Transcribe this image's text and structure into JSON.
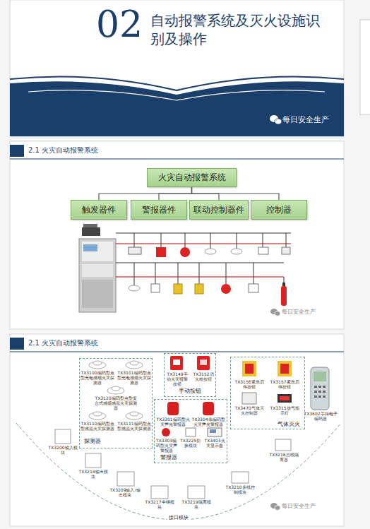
{
  "diagram": {
    "title": "自动报警系统及灭火设施识别及操作",
    "nodes": [
      {
        "text": [
          "火灾自动报警系统"
        ]
      },
      {
        "text": [
          "触发器件"
        ]
      },
      {
        "text": [
          "警报器件"
        ]
      },
      {
        "text": [
          "联动控制器件"
        ]
      },
      {
        "text": [
          "控制器"
        ]
      },
      {
        "text": [
          "探测器"
        ]
      },
      {
        "text": [
          "手动按钮"
        ]
      },
      {
        "text": [
          "警报器"
        ]
      },
      {
        "text": [
          "气体灭火"
        ]
      },
      {
        "text": [
          "接口模块"
        ]
      }
    ],
    "edges": [
      {
        "from": 0,
        "to": 1,
        "arrow": "none"
      },
      {
        "from": 0,
        "to": 2,
        "arrow": "none"
      },
      {
        "from": 0,
        "to": 3,
        "arrow": "none"
      },
      {
        "from": 0,
        "to": 4,
        "arrow": "none"
      }
    ],
    "labels": [
      "02",
      "每日安全生产",
      "2.1 火灾自动报警系统",
      "每日安全生产",
      "2.1 火灾自动报警系统",
      "TX3100编码型点型光电感烟火灾探测器",
      "TX3101编码型点型光电感烟火灾探测器",
      "TX3120编码型点型复合式感烟感温火灾探测器",
      "TX3110编码型点型感温火灾探测器",
      "TX3111编码型点型感温火灾探测器",
      "TX3149手动火灾报警按钮",
      "TX3152消火栓按钮",
      "TX3301编码型火灾声光警报器",
      "TX3304非编码型火灾声光警报器",
      "TX3303编码型火灾声警报器",
      "TX3225切换模块",
      "TX3403火灾显示盘",
      "TX3156紧急启停按钮",
      "TX3157紧急启停按钮",
      "TX3470气体灭火控制器",
      "TX3315放气指示灯",
      "TX3200输入模块",
      "TX3214输出模块",
      "TX3209输入/输出模块",
      "TX3217中继模块",
      "TX3219隔离模块",
      "TX3210多线控制模块",
      "TX3216总线隔离器",
      "TX3602手持电子编码器",
      "每日安全生产"
    ]
  }
}
